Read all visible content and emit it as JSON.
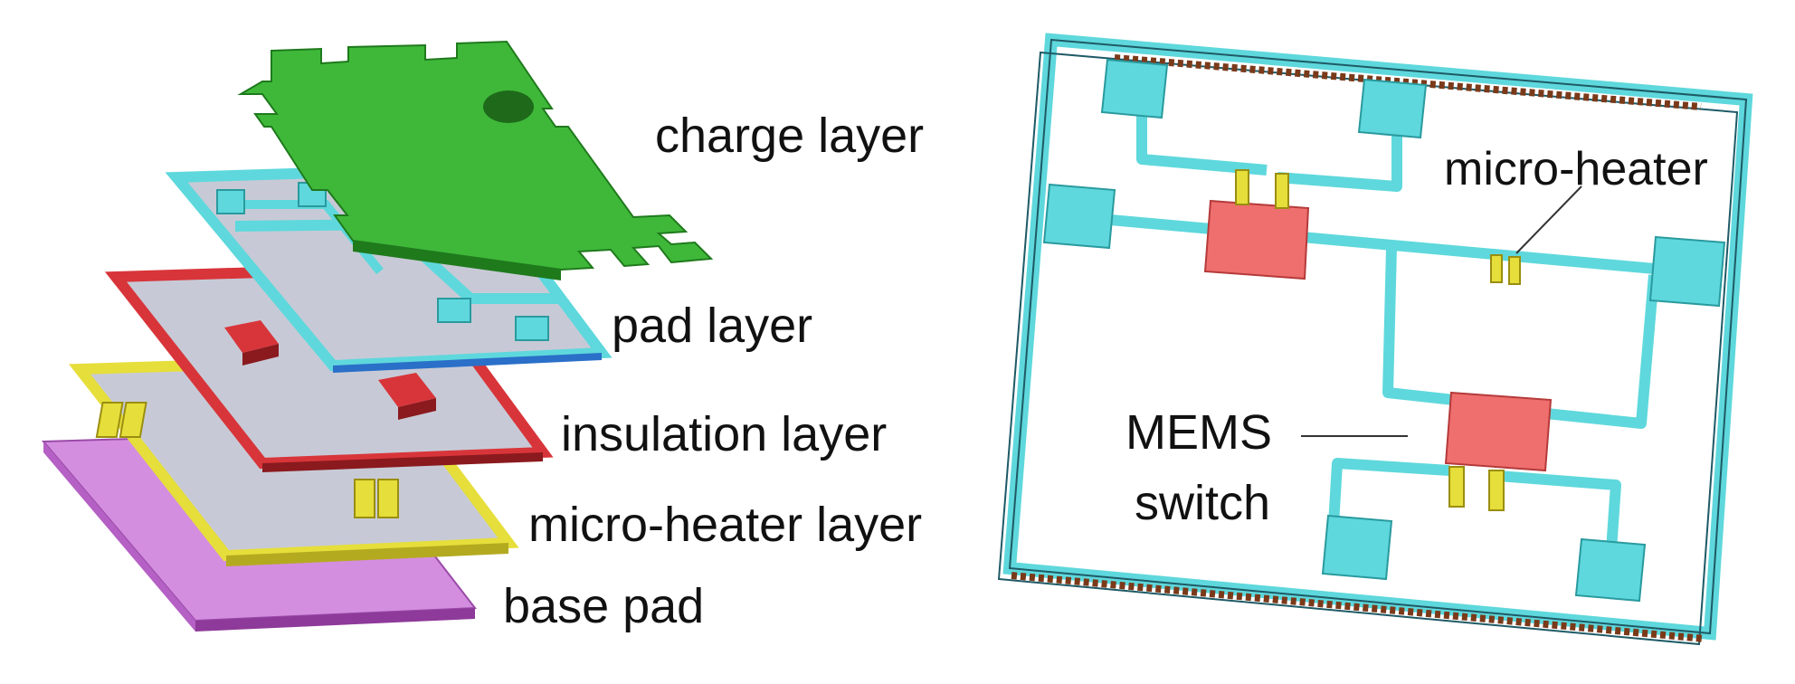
{
  "left_panel": {
    "labels": {
      "charge_layer": "charge layer",
      "pad_layer": "pad layer",
      "insulation_layer": "insulation layer",
      "micro_heater_layer": "micro-heater layer",
      "base_pad": "base pad"
    }
  },
  "right_panel": {
    "labels": {
      "micro_heater": "micro-heater",
      "mems_switch_line1": "MEMS",
      "mems_switch_line2": "switch"
    }
  },
  "colors": {
    "charge": "#3fb83a",
    "pad": "#5ed8dc",
    "insulation": "#d8353a",
    "heater": "#e6de3a",
    "base": "#c46ad0",
    "switch": "#ef6e6e",
    "frame_fill": "#c8ccd8",
    "rail": "#7a3a1a"
  }
}
